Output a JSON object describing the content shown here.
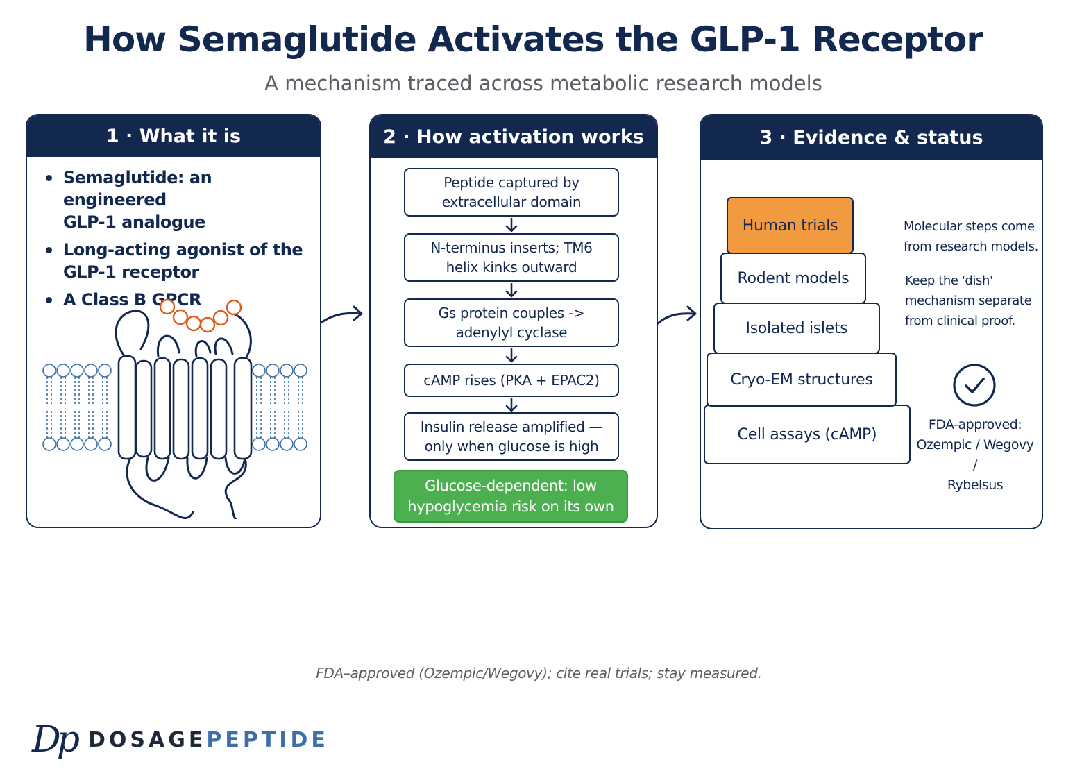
{
  "header": {
    "title": "How Semaglutide Activates the GLP-1 Receptor",
    "subtitle": "A mechanism traced across metabolic research models"
  },
  "panel1": {
    "heading": "1 · What it is",
    "bullets": [
      {
        "lines": [
          "Semaglutide: an engineered",
          "GLP-1 analogue"
        ]
      },
      {
        "lines": [
          "Long-acting agonist of the",
          "GLP-1 receptor"
        ]
      },
      {
        "lines": [
          "A Class B GPCR"
        ]
      }
    ],
    "illustration_icon": "gpcr-receptor-in-membrane-icon"
  },
  "panel2": {
    "heading": "2 · How activation works",
    "steps": [
      {
        "lines": [
          "Peptide captured by",
          "extracellular domain"
        ]
      },
      {
        "lines": [
          "N-terminus inserts; TM6",
          "helix kinks outward"
        ]
      },
      {
        "lines": [
          "Gs protein couples ->",
          "adenylyl cyclase"
        ]
      },
      {
        "lines": [
          "cAMP rises (PKA + EPAC2)"
        ]
      },
      {
        "lines": [
          "Insulin release amplified —",
          "only when glucose is high"
        ]
      }
    ],
    "outcome": {
      "lines": [
        "Glucose-dependent: low",
        "hypoglycemia risk on its own"
      ]
    },
    "outcome_color": "#4caf50"
  },
  "panel3": {
    "heading": "3 · Evidence & status",
    "evidence_stack": [
      "Human trials",
      "Rodent models",
      "Isolated islets",
      "Cryo-EM structures",
      "Cell assays (cAMP)"
    ],
    "highlight_color": "#f29a3f",
    "note1": {
      "lines": [
        "Molecular steps come",
        "from research models."
      ]
    },
    "note2": {
      "lines": [
        "Keep the 'dish'",
        "mechanism separate",
        "from clinical proof."
      ]
    },
    "status_icon": "check-circle-icon",
    "status": {
      "lines": [
        "FDA-approved:",
        "Ozempic / Wegovy /",
        "Rybelsus"
      ]
    }
  },
  "footer": {
    "footnote": "FDA–approved (Ozempic/Wegovy); cite real trials; stay measured.",
    "brand_mark": "Dp",
    "brand_word_1": "DOSAGE",
    "brand_word_2": "PEPTIDE"
  },
  "colors": {
    "navy": "#13284f",
    "orange": "#f29a3f",
    "green": "#4caf50",
    "brand_blue": "#3d6fa8"
  }
}
